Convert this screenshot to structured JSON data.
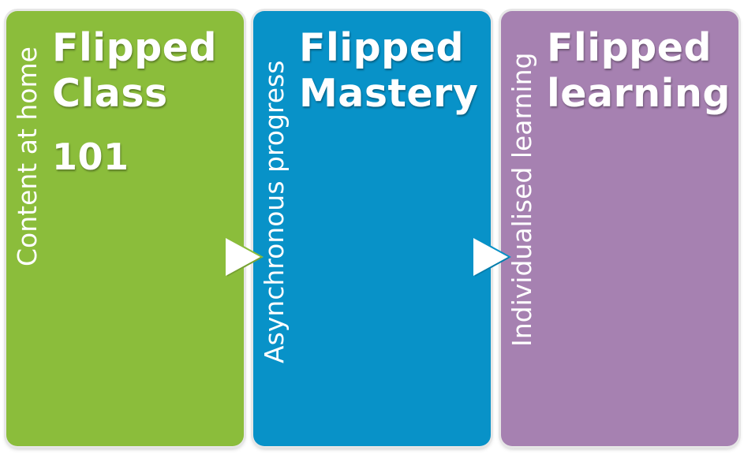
{
  "stages": [
    {
      "side_label": "Content at home",
      "title_line1": "Flipped",
      "title_line2": "Class",
      "subtitle": "101",
      "color": "#8bbd3b"
    },
    {
      "side_label": "Asynchronous progress",
      "title_line1": "Flipped",
      "title_line2": "Mastery",
      "color": "#0892c8"
    },
    {
      "side_label": "Individualised learning",
      "title_line1": "Flipped",
      "title_line2": "learning",
      "color": "#a681b1"
    }
  ],
  "arrow_color": "#ffffff"
}
